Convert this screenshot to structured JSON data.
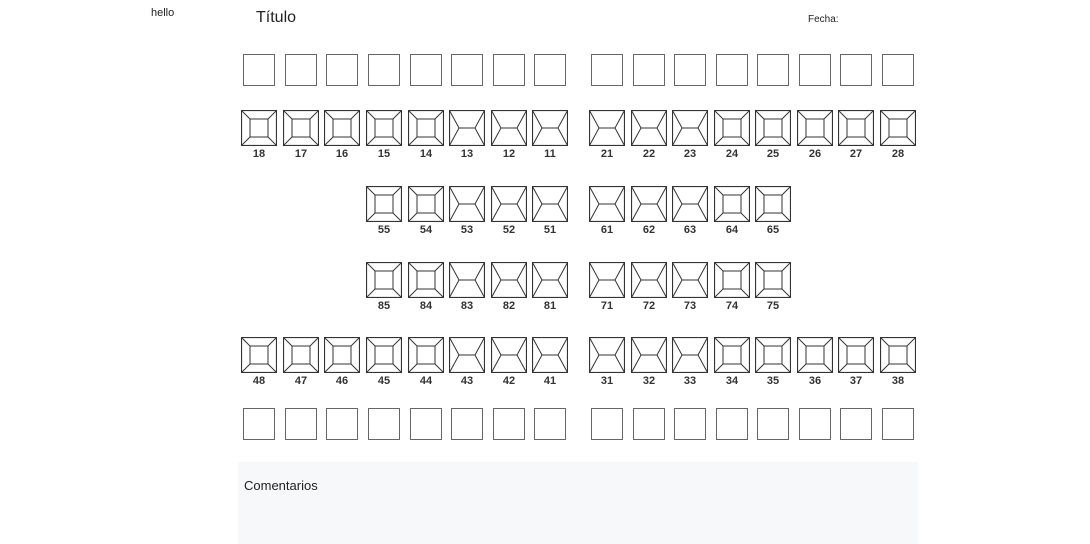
{
  "header": {
    "hello": "hello",
    "title": "Título",
    "date_label": "Fecha:"
  },
  "rows": [
    {
      "teeth": [
        {
          "n": "18",
          "t": "molar"
        },
        {
          "n": "17",
          "t": "molar"
        },
        {
          "n": "16",
          "t": "molar"
        },
        {
          "n": "15",
          "t": "molar"
        },
        {
          "n": "14",
          "t": "molar"
        },
        {
          "n": "13",
          "t": "incisor"
        },
        {
          "n": "12",
          "t": "incisor"
        },
        {
          "n": "11",
          "t": "incisor"
        },
        {
          "n": "21",
          "t": "incisor"
        },
        {
          "n": "22",
          "t": "incisor"
        },
        {
          "n": "23",
          "t": "incisor"
        },
        {
          "n": "24",
          "t": "molar"
        },
        {
          "n": "25",
          "t": "molar"
        },
        {
          "n": "26",
          "t": "molar"
        },
        {
          "n": "27",
          "t": "molar"
        },
        {
          "n": "28",
          "t": "molar"
        }
      ]
    },
    {
      "teeth": [
        {
          "n": "55",
          "t": "molar"
        },
        {
          "n": "54",
          "t": "molar"
        },
        {
          "n": "53",
          "t": "incisor"
        },
        {
          "n": "52",
          "t": "incisor"
        },
        {
          "n": "51",
          "t": "incisor"
        },
        {
          "n": "61",
          "t": "incisor"
        },
        {
          "n": "62",
          "t": "incisor"
        },
        {
          "n": "63",
          "t": "incisor"
        },
        {
          "n": "64",
          "t": "molar"
        },
        {
          "n": "65",
          "t": "molar"
        }
      ]
    },
    {
      "teeth": [
        {
          "n": "85",
          "t": "molar"
        },
        {
          "n": "84",
          "t": "molar"
        },
        {
          "n": "83",
          "t": "incisor"
        },
        {
          "n": "82",
          "t": "incisor"
        },
        {
          "n": "81",
          "t": "incisor"
        },
        {
          "n": "71",
          "t": "incisor"
        },
        {
          "n": "72",
          "t": "incisor"
        },
        {
          "n": "73",
          "t": "incisor"
        },
        {
          "n": "74",
          "t": "molar"
        },
        {
          "n": "75",
          "t": "molar"
        }
      ]
    },
    {
      "teeth": [
        {
          "n": "48",
          "t": "molar"
        },
        {
          "n": "47",
          "t": "molar"
        },
        {
          "n": "46",
          "t": "molar"
        },
        {
          "n": "45",
          "t": "molar"
        },
        {
          "n": "44",
          "t": "molar"
        },
        {
          "n": "43",
          "t": "incisor"
        },
        {
          "n": "42",
          "t": "incisor"
        },
        {
          "n": "41",
          "t": "incisor"
        },
        {
          "n": "31",
          "t": "incisor"
        },
        {
          "n": "32",
          "t": "incisor"
        },
        {
          "n": "33",
          "t": "incisor"
        },
        {
          "n": "34",
          "t": "molar"
        },
        {
          "n": "35",
          "t": "molar"
        },
        {
          "n": "36",
          "t": "molar"
        },
        {
          "n": "37",
          "t": "molar"
        },
        {
          "n": "38",
          "t": "molar"
        }
      ]
    }
  ],
  "comments": {
    "label": "Comentarios"
  },
  "colors": {
    "stroke": "#333333",
    "comments_bg": "#f7f8fa"
  }
}
